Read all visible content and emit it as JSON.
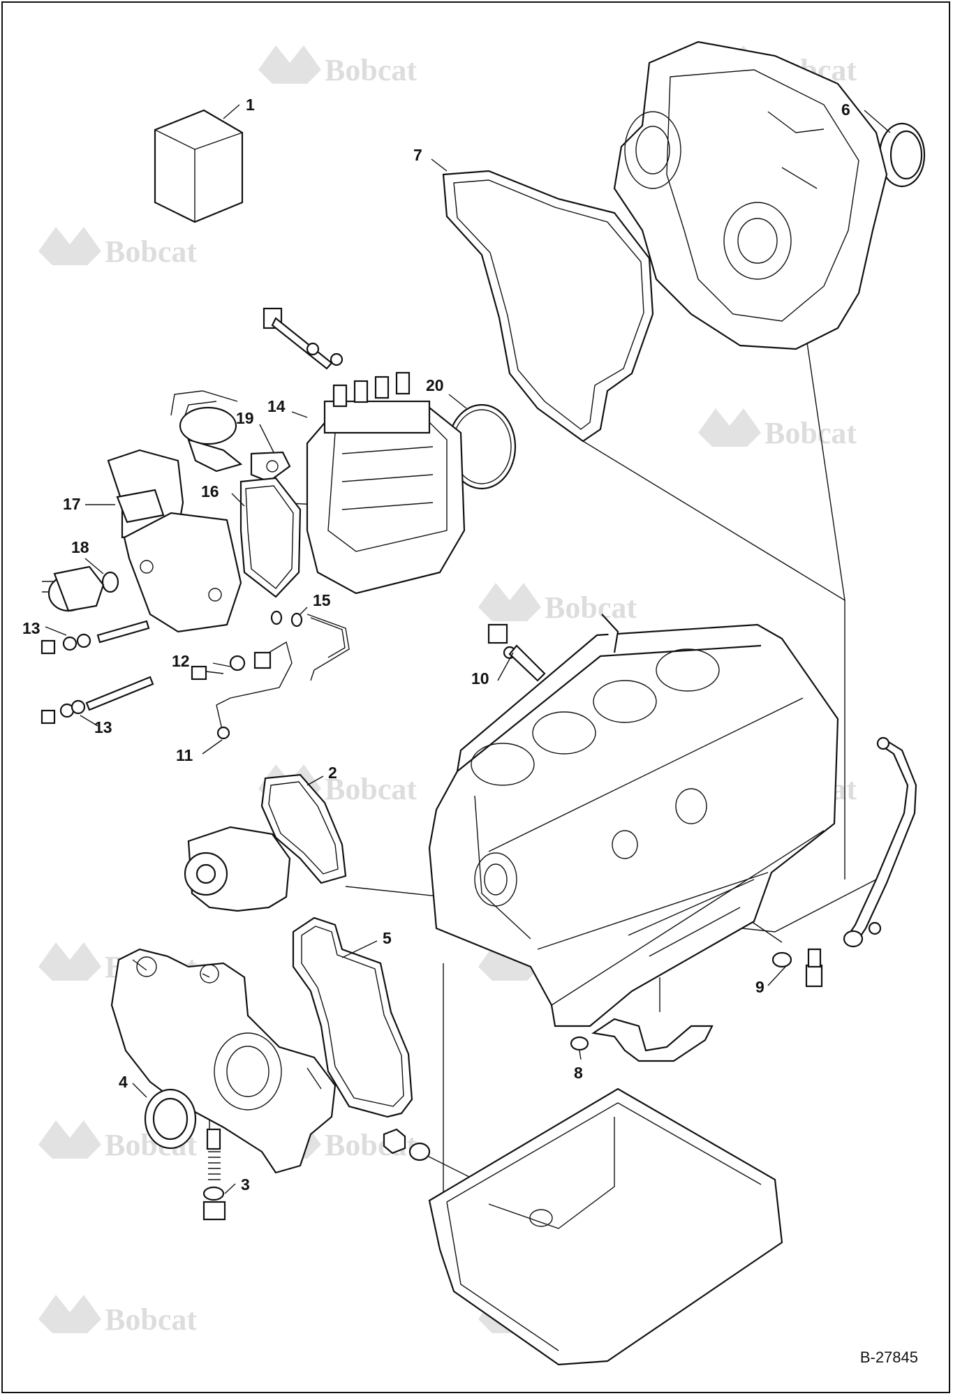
{
  "figure": {
    "id_label": "B-27845",
    "watermark_text": "Bobcat"
  },
  "callouts": [
    {
      "id": "1",
      "label": "1"
    },
    {
      "id": "2",
      "label": "2"
    },
    {
      "id": "3",
      "label": "3"
    },
    {
      "id": "4",
      "label": "4"
    },
    {
      "id": "5",
      "label": "5"
    },
    {
      "id": "6",
      "label": "6"
    },
    {
      "id": "7",
      "label": "7"
    },
    {
      "id": "8",
      "label": "8"
    },
    {
      "id": "9",
      "label": "9"
    },
    {
      "id": "10",
      "label": "10"
    },
    {
      "id": "11",
      "label": "11"
    },
    {
      "id": "12",
      "label": "12"
    },
    {
      "id": "13a",
      "label": "13"
    },
    {
      "id": "13b",
      "label": "13"
    },
    {
      "id": "14",
      "label": "14"
    },
    {
      "id": "15",
      "label": "15"
    },
    {
      "id": "16",
      "label": "16"
    },
    {
      "id": "17",
      "label": "17"
    },
    {
      "id": "18",
      "label": "18"
    },
    {
      "id": "19",
      "label": "19"
    },
    {
      "id": "20",
      "label": "20"
    }
  ]
}
